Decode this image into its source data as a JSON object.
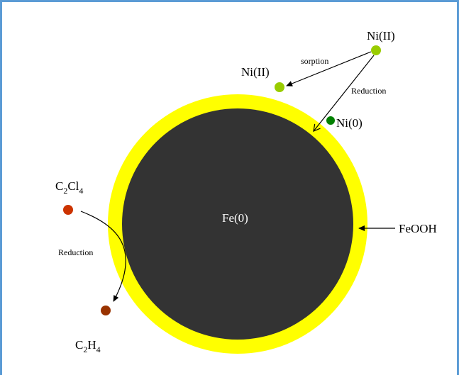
{
  "labels": {
    "core": "Fe(0)",
    "shell": "FeOOH",
    "ni_ii_outer": "Ni(II)",
    "ni_ii_sorbed": "Ni(II)",
    "ni_0": "Ni(0)",
    "sorption": "sorption",
    "reduction_ni": "Reduction",
    "reduction_c": "Reduction",
    "c2cl4": {
      "base1": "C",
      "sub1": "2",
      "base2": "Cl",
      "sub2": "4"
    },
    "c2h4": {
      "base1": "C",
      "sub1": "2",
      "base2": "H",
      "sub2": "4"
    }
  },
  "colors": {
    "core": "#333333",
    "shell": "#ffff00",
    "ni_ii": "#99cc00",
    "ni_0": "#008000",
    "c2cl4": "#cc3300",
    "c2h4": "#993300",
    "frame": "#5b9bd5"
  }
}
